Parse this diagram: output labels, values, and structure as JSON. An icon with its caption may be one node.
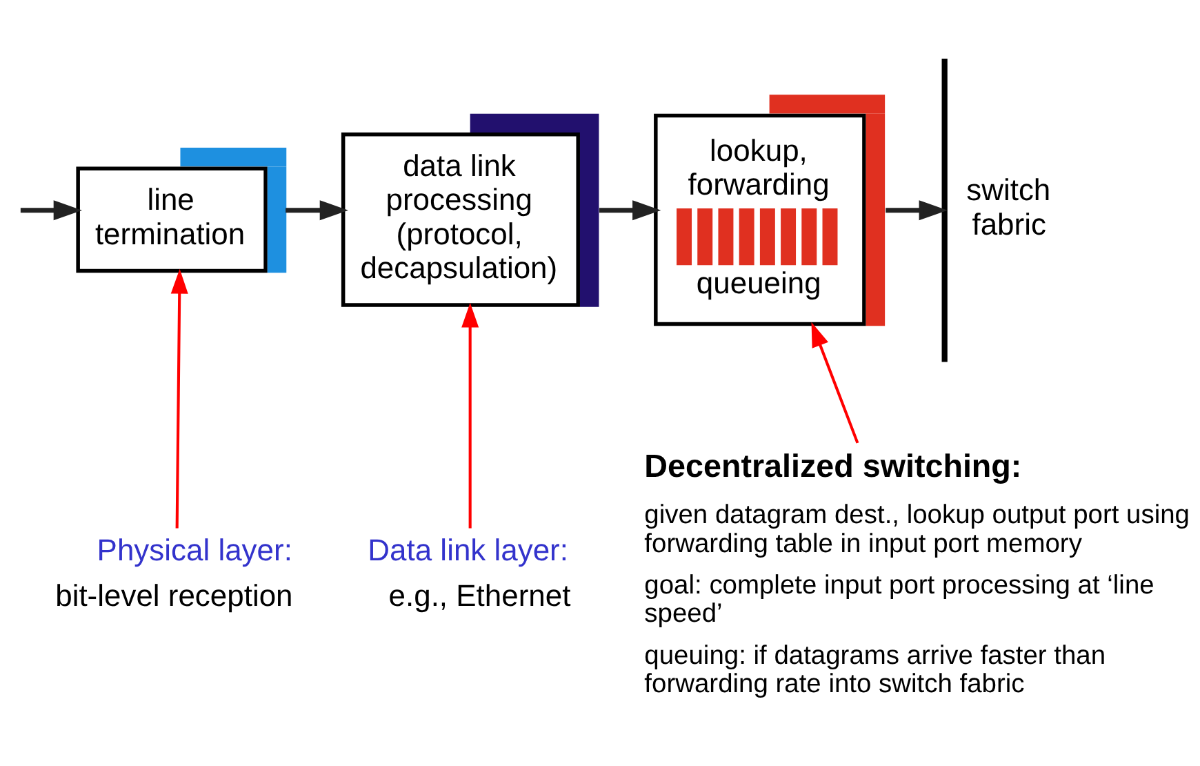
{
  "diagram": {
    "nodes": [
      {
        "text": [
          "line termination"
        ]
      },
      {
        "text": [
          "data link processing (protocol, decapsulation)"
        ]
      },
      {
        "text": [
          "lookup, forwarding",
          "queueing"
        ]
      },
      {
        "text": [
          "switch fabric"
        ]
      },
      {
        "text": [
          "Physical layer:",
          "bit-level reception"
        ]
      },
      {
        "text": [
          "Data link layer:",
          "e.g., Ethernet"
        ]
      },
      {
        "text": [
          "Decentralized switching:",
          "given datagram dest., lookup output port using forwarding table in input port memory",
          "goal: complete input port processing at ‘line speed’",
          "queuing: if datagrams arrive faster than forwarding rate into switch fabric"
        ]
      }
    ],
    "edges": [
      {
        "from": null,
        "to": 0,
        "arrow": "to"
      },
      {
        "from": 0,
        "to": 1,
        "arrow": "to"
      },
      {
        "from": 1,
        "to": 2,
        "arrow": "to"
      },
      {
        "from": 2,
        "to": 3,
        "arrow": "to"
      },
      {
        "from": 4,
        "to": 0,
        "arrow": "to",
        "color": "#ff0000"
      },
      {
        "from": 5,
        "to": 1,
        "arrow": "to",
        "color": "#ff0000"
      },
      {
        "from": 6,
        "to": 2,
        "arrow": "to",
        "color": "#ff0000"
      }
    ]
  }
}
